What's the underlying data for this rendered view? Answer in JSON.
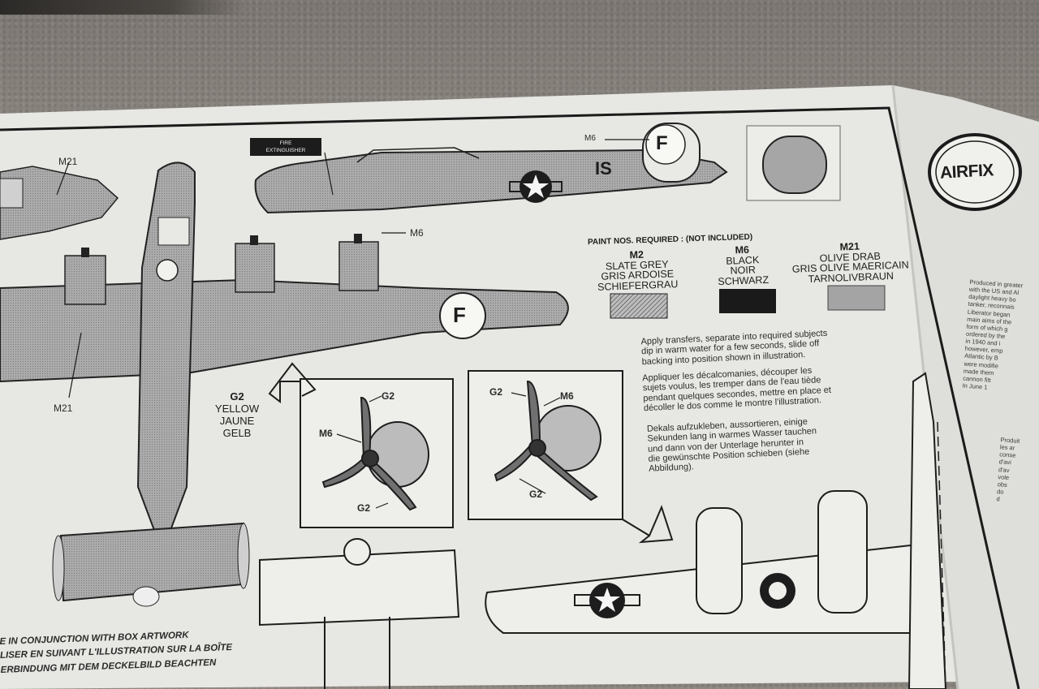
{
  "labels": {
    "m21": "M21",
    "m6": "M6",
    "g2": "G2",
    "f": "F",
    "is_code": "IS",
    "fire_extinguisher": [
      "FIRE",
      "EXTINGUISHER"
    ]
  },
  "logo": {
    "text": "AIRFIX"
  },
  "paint_header": "PAINT NOS. REQUIRED : (NOT INCLUDED)",
  "paints": [
    {
      "code": "M2",
      "lines": [
        "SLATE GREY",
        "GRIS ARDOISE",
        "SCHIEFERGRAU"
      ],
      "swatch": "hatched"
    },
    {
      "code": "M6",
      "lines": [
        "BLACK",
        "NOIR",
        "SCHWARZ"
      ],
      "swatch": "#1a1a1a"
    },
    {
      "code": "M21",
      "lines": [
        "OLIVE DRAB",
        "GRIS OLIVE MAERICAIN",
        "TARNOLIVBRAUN"
      ],
      "swatch": "#a4a4a4"
    }
  ],
  "g2_callout": [
    "G2",
    "YELLOW",
    "JAUNE",
    "GELB"
  ],
  "instructions": {
    "en": [
      "Apply transfers, separate into required subjects",
      "dip in warm water for a few seconds, slide off",
      "backing into position shown in illustration."
    ],
    "fr": [
      "Appliquer les décalcomanies, découper les",
      "sujets voulus, les tremper dans de l'eau tiède",
      "pendant quelques secondes, mettre en place et",
      "décoller le dos comme le montre l'illustration."
    ],
    "de": [
      "Dekals aufzukleben, aussortieren, einige",
      "Sekunden lang in warmes Wasser tauchen",
      "und dann von der Unterlage herunter in",
      "die gewünschte Position schieben (siehe",
      "Abbildung)."
    ]
  },
  "bottom_notes": [
    "E IN CONJUNCTION WITH BOX ARTWORK",
    "LISER EN SUIVANT L'ILLUSTRATION SUR LA BOÎTE",
    "ERBINDUNG MIT DEM DECKELBILD BEACHTEN"
  ],
  "side_text_en": [
    "Produced in greater",
    "with the US and Al",
    "daylight heavy bo",
    "tanker, reconnais",
    "Liberator began",
    "main aims of the",
    "form of which g",
    "ordered by the",
    "in 1940 and i",
    "however, emp",
    "Atlantic by B",
    "were modifie",
    "made them",
    "cannon fitt",
    "In June 1"
  ],
  "side_text_fr": [
    "Produit",
    "les ar",
    "conse",
    "d'avi",
    "d'av",
    "vole",
    "obs",
    "do",
    "d"
  ],
  "colors": {
    "paper": "#e7e7e3",
    "paper_shade": "#d9d9d5",
    "ink": "#1d1d1d",
    "aircraft_fill": "#a9a9a9",
    "swatch_grey": "#a4a4a4",
    "swatch_black": "#1a1a1a"
  }
}
